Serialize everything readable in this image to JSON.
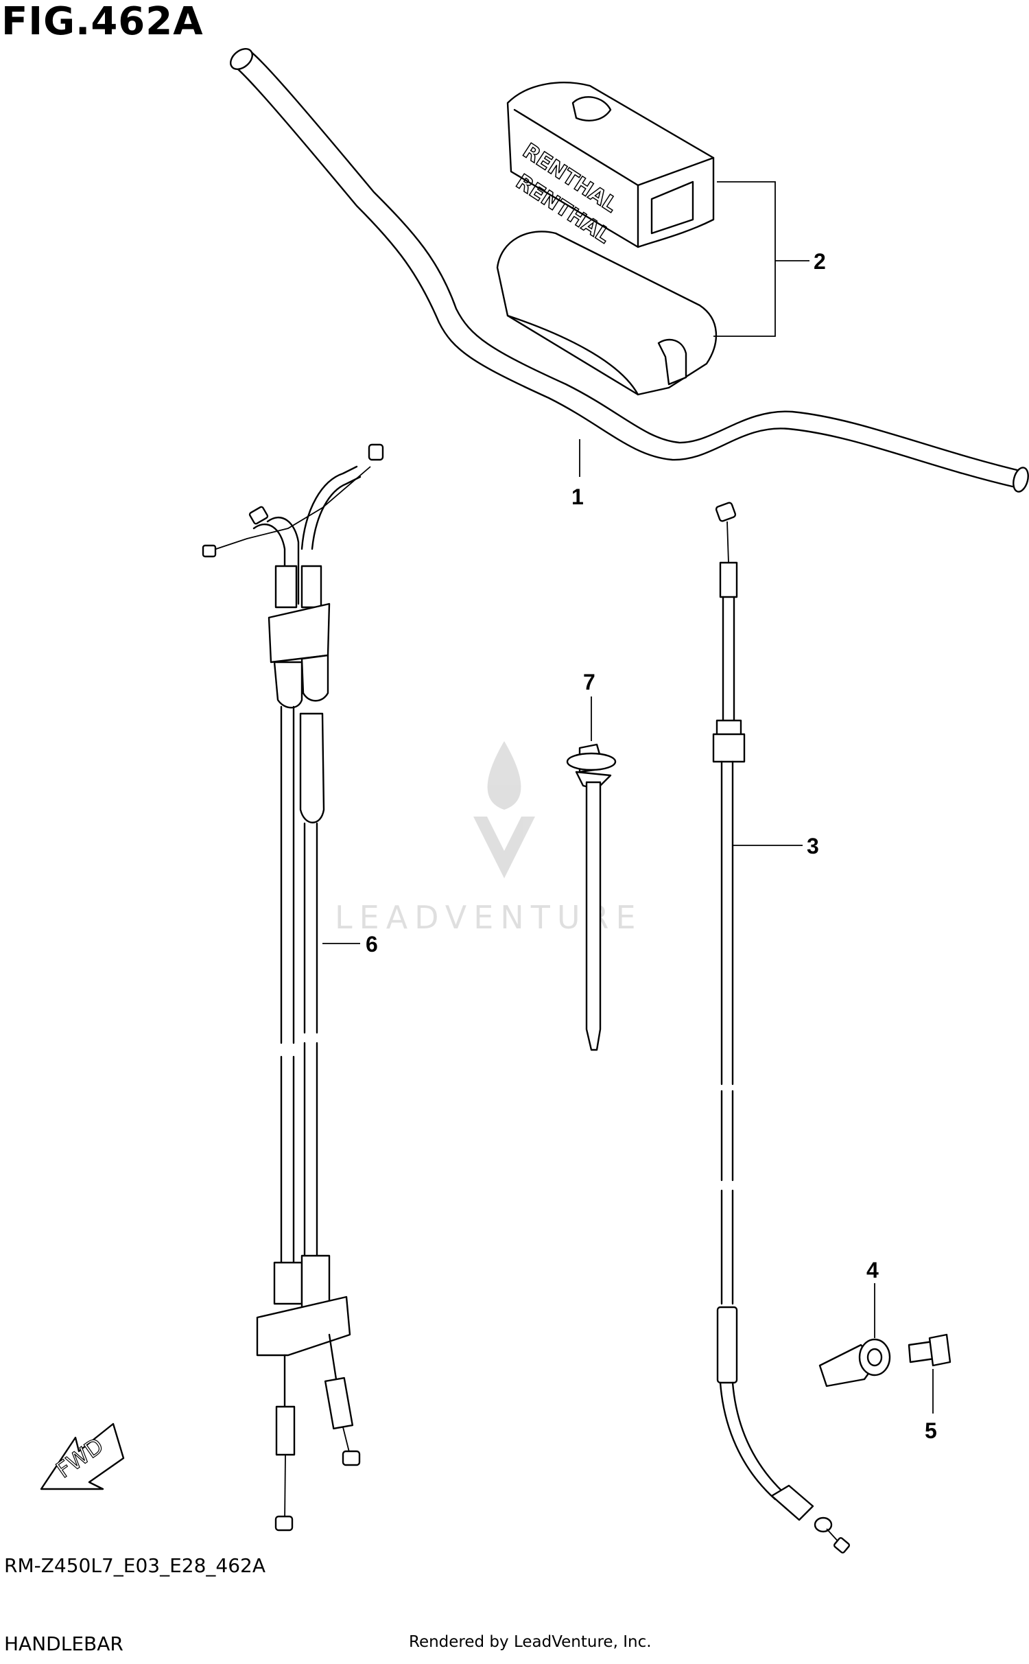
{
  "header": {
    "figure_title": "FIG.462A"
  },
  "footer": {
    "model_code": "RM-Z450L7_E03_E28_462A",
    "page_name": "HANDLEBAR",
    "render_credit": "Rendered by LeadVenture, Inc."
  },
  "watermark": {
    "text": "LEADVENTURE"
  },
  "callouts": [
    "1",
    "2",
    "3",
    "4",
    "5",
    "6",
    "7"
  ],
  "pad_text": "RENTHAL",
  "fwd_label": "FWD"
}
